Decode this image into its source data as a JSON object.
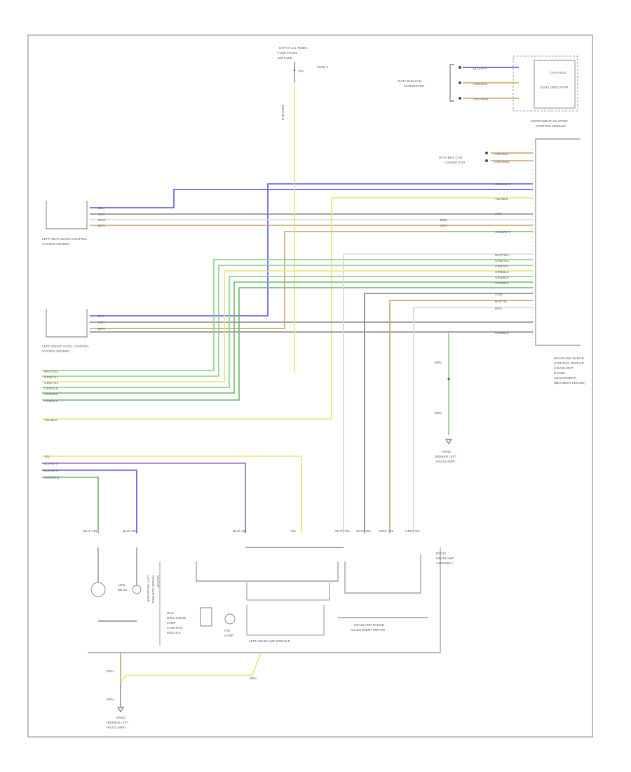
{
  "title": "",
  "page_label": "",
  "components": {
    "hot_at_all_times_fuse": {
      "lines": [
        "HOT AT ALL TIMES",
        "FUSE PANEL",
        "S/B FUSE"
      ],
      "fuse": "FUSE 1",
      "amps": "10A"
    },
    "instrument_cluster": {
      "lines": [
        "INSTRUMENT CLUSTER",
        "CONTROL MODULE"
      ],
      "box_lines": [
        "DATA BUS",
        "LEVEL INDICATOR"
      ]
    },
    "left_rear_sensor": {
      "lines": [
        "LEFT REAR LEVEL CONTROL",
        "SYSTEM SENDER"
      ]
    },
    "left_front_sensor": {
      "lines": [
        "LEFT FRONT LEVEL CONTROL",
        "SYSTEM SENDER"
      ]
    },
    "headlamp_range_module": {
      "lines": [
        "HEADLAMP RANGE",
        "CONTROL MODULE",
        "(HEADLIGHT",
        "RANGE",
        "ADJUSTMENT)",
        "(BETWEEN ENGINE)"
      ]
    },
    "ground_right": {
      "lines": [
        "GRND",
        "(BEHIND LEFT",
        "HEADLAMP)"
      ]
    },
    "ground_bottom": {
      "lines": [
        "GRND",
        "(BEHIND LEFT",
        "HEADLAMP)"
      ]
    },
    "right_headlamp": {
      "lines": [
        "RIGHT",
        "HEADLAMP",
        "ASSEMBLY"
      ]
    },
    "left_headlamp_control": {
      "lines": [
        "LEFT HEADLAMP",
        "RANGE CONTROL",
        "MOTOR"
      ]
    },
    "headlamp_motor": {
      "lines": [
        "HEADLAMP RANGE",
        "ADJUSTMENT MOTOR"
      ]
    },
    "lamp_bulb": {
      "lines": [
        "LOW",
        "BEAM"
      ]
    },
    "left_lamp_module": {
      "lines": [
        "LEFT HEADLAMP MODULE"
      ]
    },
    "hid_unit": {
      "lines": [
        "HID",
        "LAMP"
      ]
    },
    "xenon_label": {
      "lines": [
        "GAS",
        "DISCHARGE",
        "LAMP",
        "CONTROL",
        "MODULE"
      ]
    },
    "data_bus_connectors": {
      "lines": [
        "DATA BUS CAN",
        "CONNECTOR"
      ]
    },
    "data_bus_connectors2": {
      "lines": [
        "DATA BUS CAN",
        "CONNECTOR"
      ]
    }
  },
  "wire_labels": {
    "ic": [
      "BLU/WHT",
      "ORG/BLK",
      "ORG/BRN"
    ],
    "can": [
      "ORG/BLK",
      "ORG/BRN"
    ],
    "top_bus_left": [
      "BLU",
      "GRY",
      "WHT",
      "BRN"
    ],
    "top_bus_right": [
      "GRN/WHT",
      "GRY",
      "YEL/BLK",
      "BRN",
      "GRY",
      "GRN/WHT"
    ],
    "mid_right": [
      "WHT/YEL",
      "GRN/YEL",
      "GRN/YEL",
      "GRN/BLK",
      "GRN/BLK",
      "GRN/BLK",
      "GRN",
      "BLK/YEL",
      "BRN",
      "GRN/BLK"
    ],
    "left_front": [
      "BLU",
      "GRY",
      "BRN"
    ],
    "left_stack": [
      "WHT/YEL",
      "GRN/YEL",
      "GRN/YEL",
      "GRN/BLK",
      "GRN/BLK",
      "GRN/BLK"
    ],
    "yel_blk": "YEL/BLK",
    "lower_left": [
      "YEL",
      "BLU/WHT",
      "BLU/WHT",
      "GRN/BRN"
    ],
    "drops": [
      "BLU/ YEL",
      "BLU/ YEL",
      "BLU/ YEL",
      "YEL",
      "WHT/ YEL",
      "WHT/ YEL",
      "GRN/ YEL",
      "GRN/ YEL"
    ],
    "brn": [
      "BRN",
      "BRN",
      "BRN",
      "BRN",
      "BRN"
    ],
    "fuse_wire": "RED/ BLU"
  },
  "colors": {
    "blue": "#5a5ae6",
    "yellow": "#e6e67a",
    "tan": "#c9a96e",
    "green": "#8cd08c",
    "gray": "#8a8a8a",
    "brown": "#a07a50",
    "orange": "#d9a050",
    "purple": "#a070c0",
    "white": "#d8d8d8",
    "frame": "#888888"
  }
}
